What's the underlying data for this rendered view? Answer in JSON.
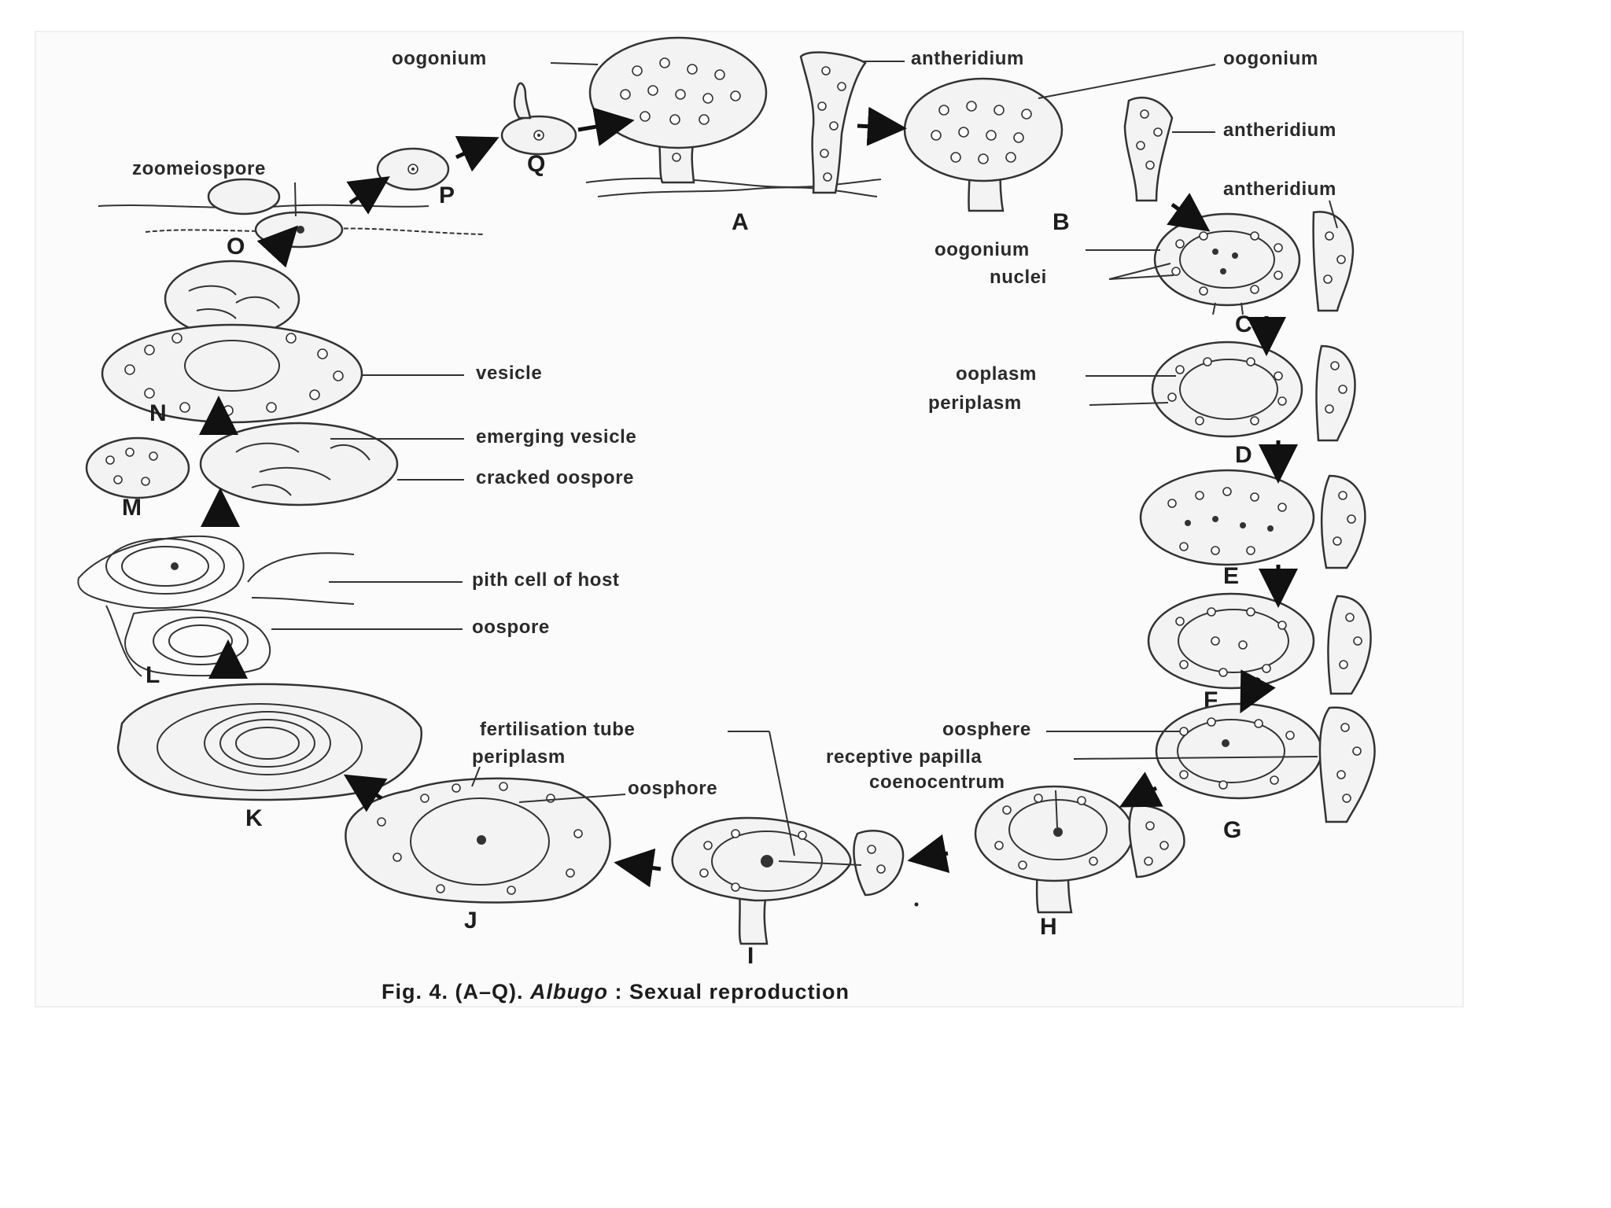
{
  "labels": {
    "oogonium_a": "oogonium",
    "antheridium_a": "antheridium",
    "oogonium_b": "oogonium",
    "antheridium_b": "antheridium",
    "antheridium_c": "antheridium",
    "oogonium_c": "oogonium",
    "nuclei": "nuclei",
    "ooplasm": "ooplasm",
    "periplasm_d": "periplasm",
    "oosphere_g": "oosphere",
    "receptive_papilla": "receptive papilla",
    "coenocentrum": "coenocentrum",
    "fertilisation_tube": "fertilisation tube",
    "periplasm_j": "periplasm",
    "oosphore_j": "oosphore",
    "zoomeiospore": "zoomeiospore",
    "vesicle": "vesicle",
    "emerging_vesicle": "emerging vesicle",
    "cracked_oospore": "cracked oospore",
    "pith_cell": "pith cell of host",
    "oospore": "oospore"
  },
  "stages": {
    "a": "A",
    "b": "B",
    "c": "C",
    "d": "D",
    "e": "E",
    "f": "F",
    "g": "G",
    "h": "H",
    "i": "I",
    "j": "J",
    "k": "K",
    "l": "L",
    "m": "M",
    "n": "N",
    "o": "O",
    "p": "P",
    "q": "Q"
  },
  "caption": {
    "prefix": "Fig. 4. (A–Q). ",
    "genus": "Albugo",
    "suffix": " : Sexual reproduction"
  }
}
